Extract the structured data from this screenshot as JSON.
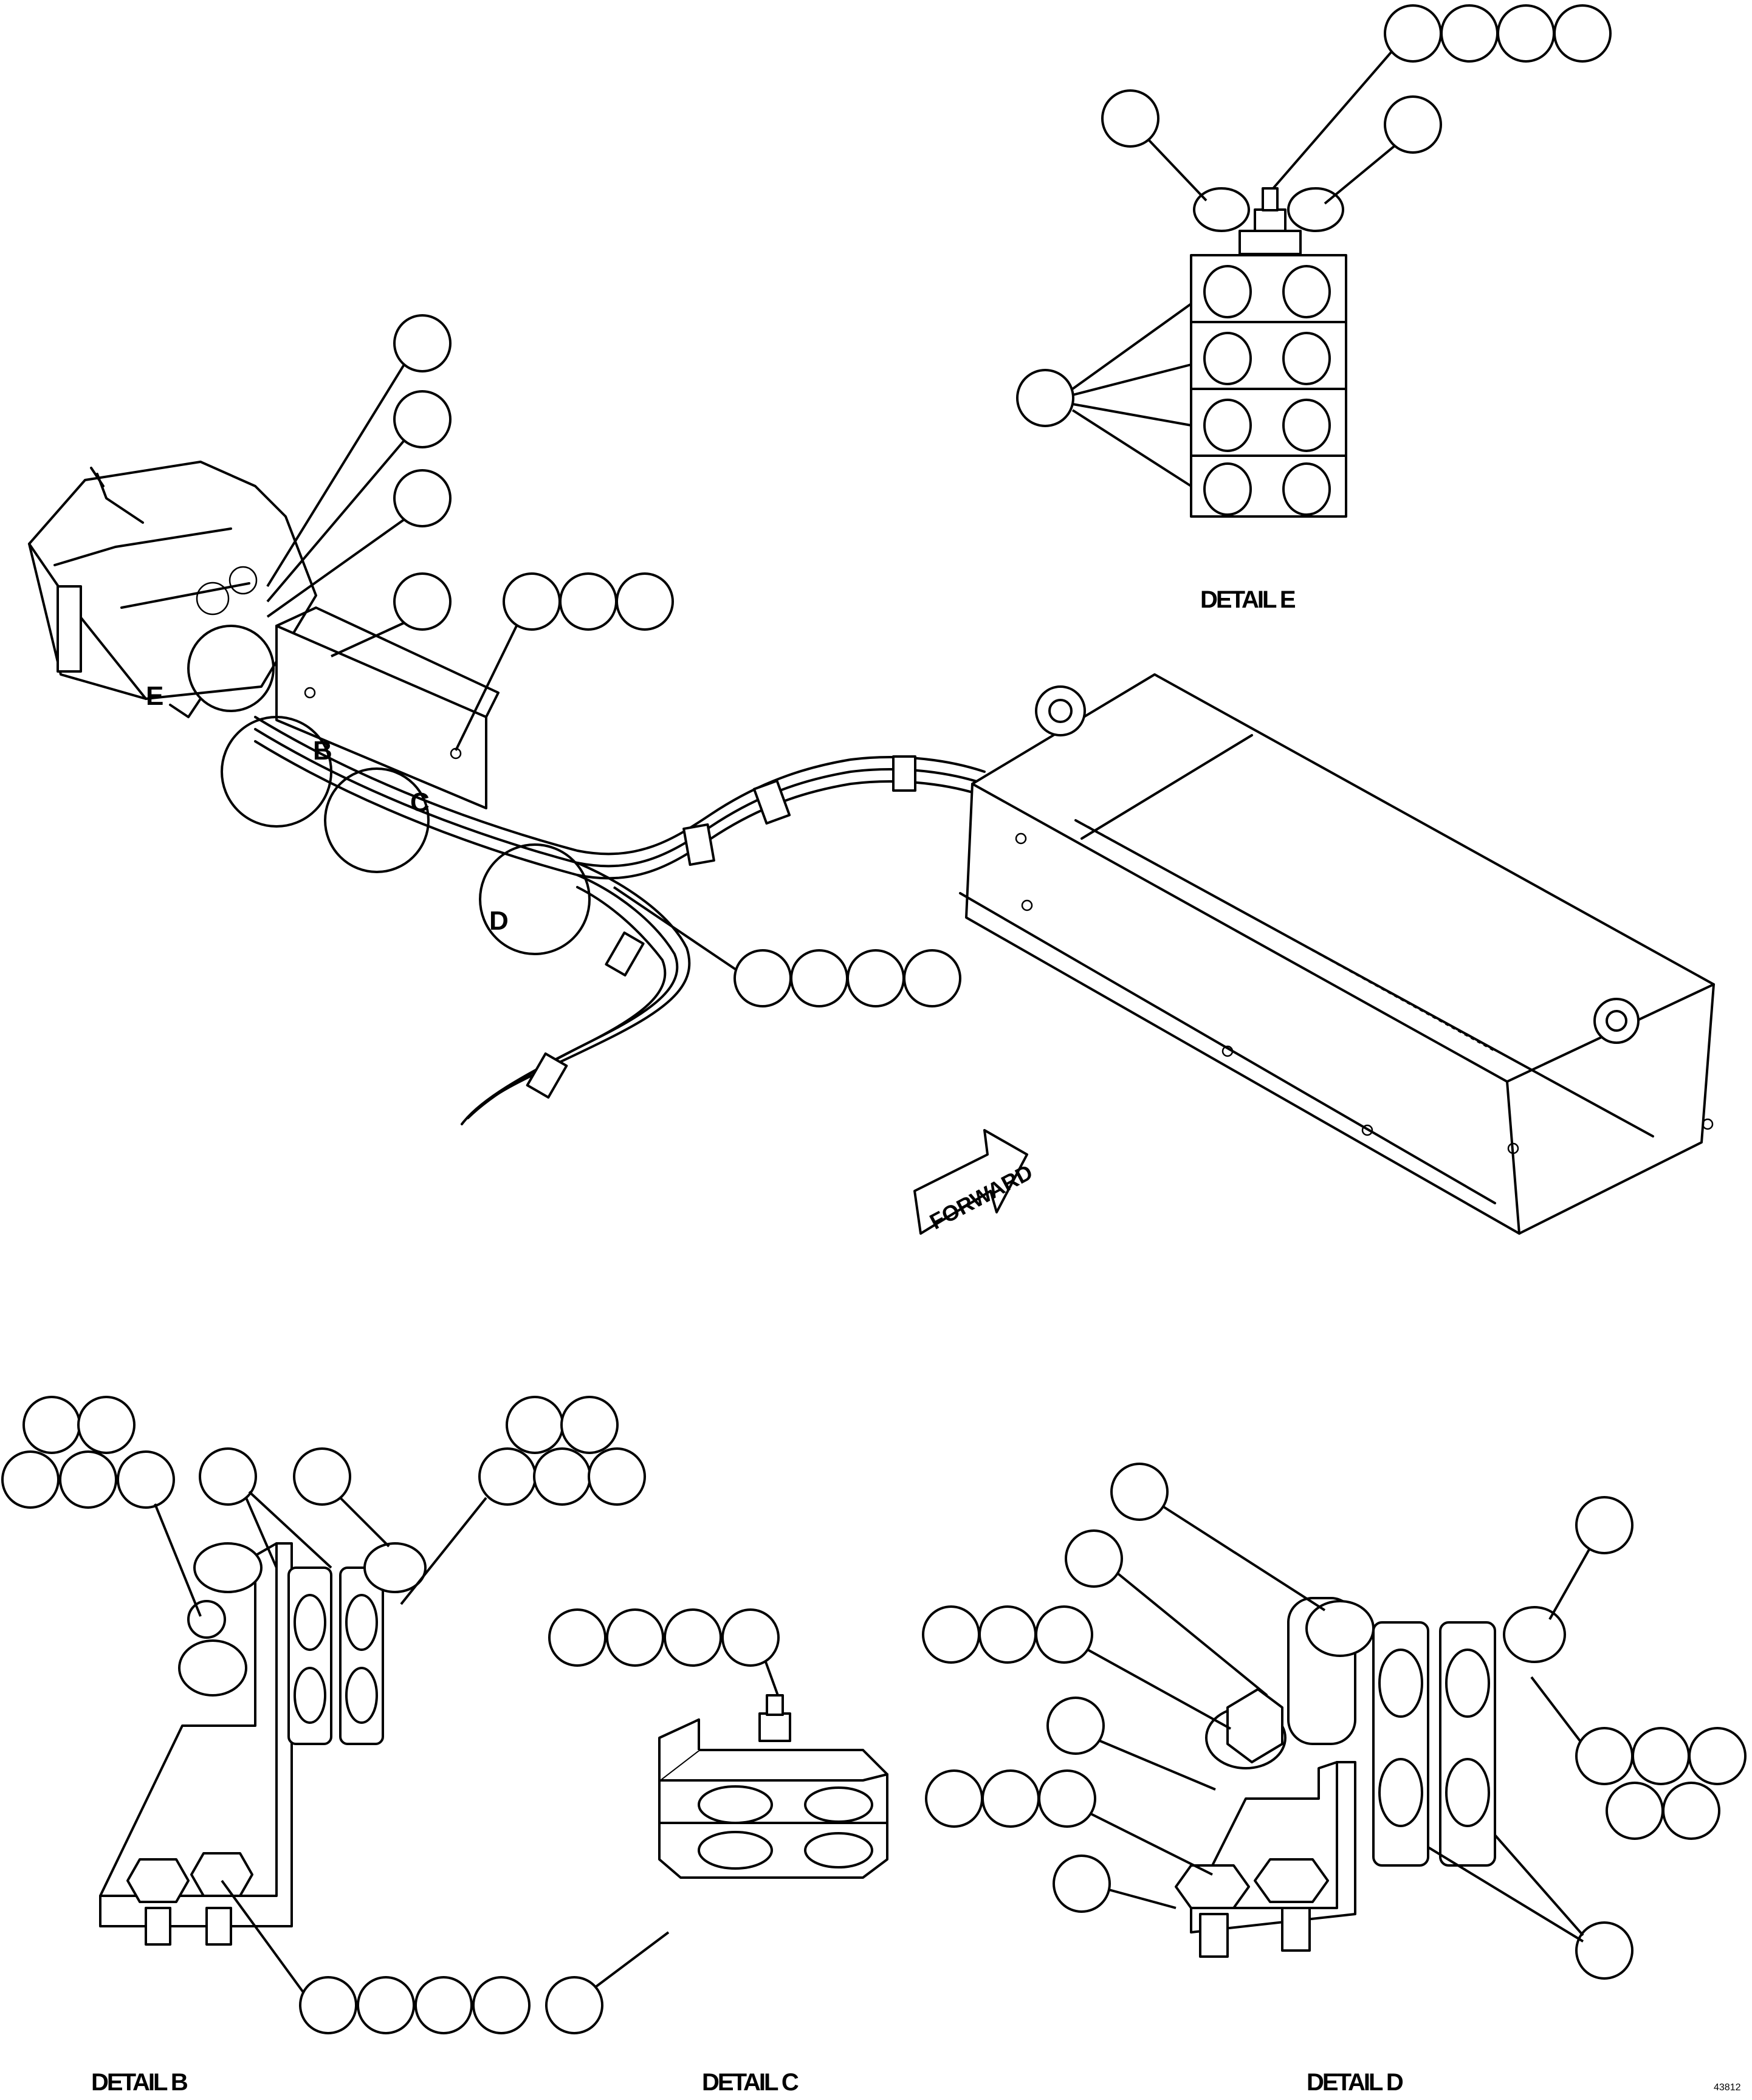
{
  "captions": {
    "detail_e": "DETAIL E",
    "detail_b": "DETAIL B",
    "detail_c": "DETAIL C",
    "detail_d": "DETAIL D",
    "figure_id": "43812"
  },
  "detail_callouts": {
    "b": "B",
    "c": "C",
    "d": "D",
    "e": "E"
  },
  "forward_arrow": "FORWARD",
  "colors": {
    "line": "#000000",
    "background": "#ffffff"
  }
}
